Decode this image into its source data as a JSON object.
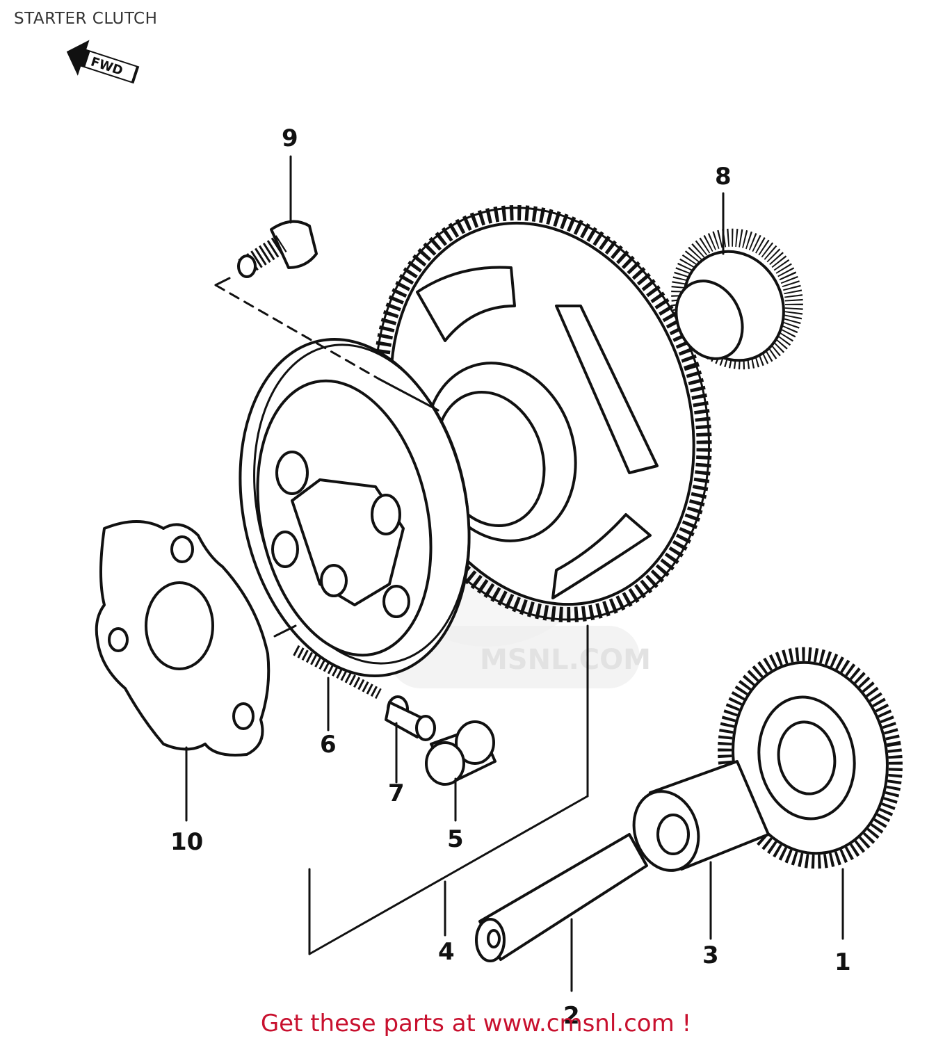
{
  "title": "STARTER CLUTCH",
  "footer": "Get these parts at www.cmsnl.com !",
  "watermark_text": "MSNL.COM",
  "fwd_label": "FWD",
  "callouts": [
    {
      "id": "1",
      "label": "1"
    },
    {
      "id": "2",
      "label": "2"
    },
    {
      "id": "3",
      "label": "3"
    },
    {
      "id": "4",
      "label": "4"
    },
    {
      "id": "5",
      "label": "5"
    },
    {
      "id": "6",
      "label": "6"
    },
    {
      "id": "7",
      "label": "7"
    },
    {
      "id": "8",
      "label": "8"
    },
    {
      "id": "9",
      "label": "9"
    },
    {
      "id": "10",
      "label": "10"
    }
  ],
  "colors": {
    "footer": "#c8102e",
    "ink": "#111111"
  }
}
